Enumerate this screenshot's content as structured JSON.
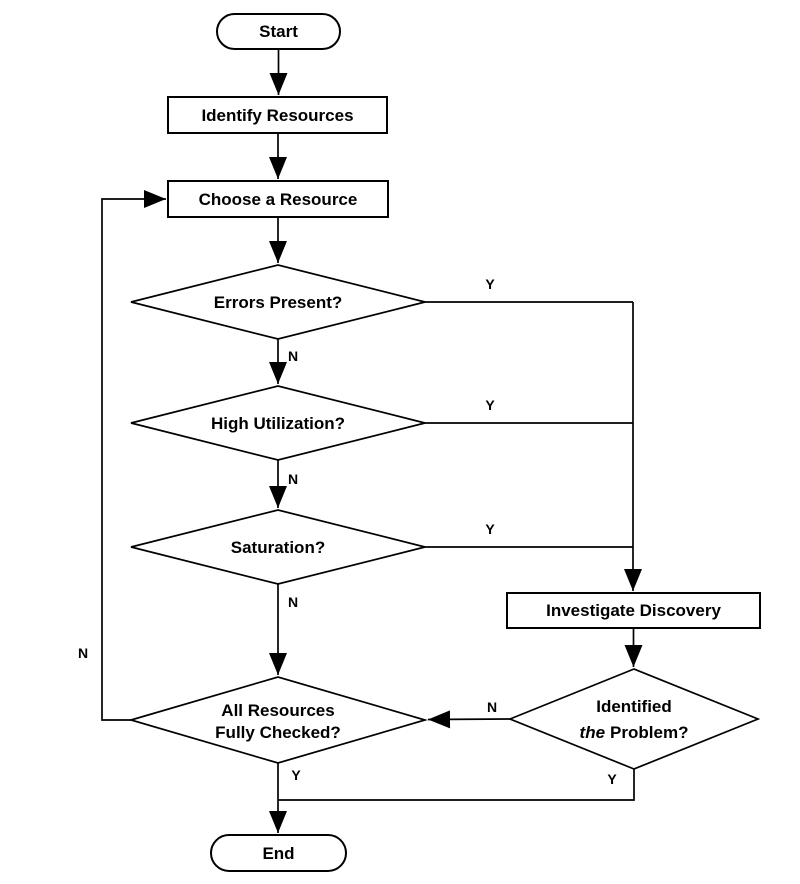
{
  "diagram": {
    "background_color": "#ffffff",
    "line_color": "#000000",
    "node_fill_color": "#ffffff",
    "nodes": {
      "start": {
        "label": "Start"
      },
      "identify_resources": {
        "label": "Identify Resources"
      },
      "choose_resource": {
        "label": "Choose a Resource"
      },
      "errors_present": {
        "label": "Errors Present?"
      },
      "high_utilization": {
        "label": "High Utilization?"
      },
      "saturation": {
        "label": "Saturation?"
      },
      "all_resources_checked": {
        "label_line1": "All Resources",
        "label_line2": "Fully Checked?"
      },
      "investigate_discovery": {
        "label": "Investigate Discovery"
      },
      "identified_problem": {
        "label_line1": "Identified",
        "label_line2_italic": "the",
        "label_line2_rest": "Problem?"
      },
      "end": {
        "label": "End"
      }
    },
    "edge_labels": {
      "errors_present_no": "N",
      "errors_present_yes": "Y",
      "high_utilization_no": "N",
      "high_utilization_yes": "Y",
      "saturation_no": "N",
      "saturation_yes": "Y",
      "all_resources_no": "N",
      "all_resources_yes": "Y",
      "identified_no": "N",
      "identified_yes": "Y"
    }
  }
}
